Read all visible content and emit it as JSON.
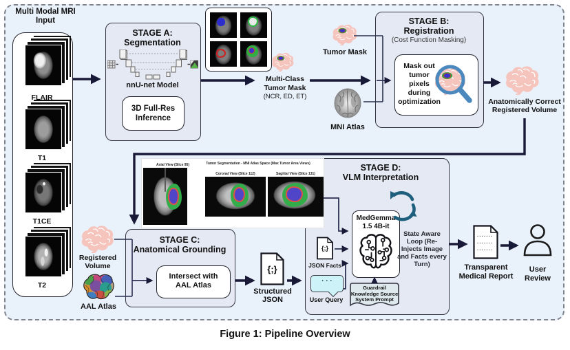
{
  "header": {
    "title": "Multi Modal MRI Input"
  },
  "caption": "Figure 1: Pipeline Overview",
  "input_panel": {
    "modalities": [
      "FLAIR",
      "T1",
      "T1CE",
      "T2"
    ]
  },
  "stage_a": {
    "title": "STAGE A:",
    "subtitle": "Segmentation",
    "model_label": "nnU-net Model",
    "inference_box": "3D Full-Res Inference"
  },
  "multiclass": {
    "line1": "Multi-Class",
    "line2": "Tumor Mask",
    "line3": "(NCR, ED, ET)"
  },
  "stage_b": {
    "title": "STAGE B:",
    "subtitle": "Registration",
    "note": "(Cost Function Masking)",
    "mask_text": "Mask out tumor pixels during optimization",
    "tumor_mask_label": "Tumor Mask",
    "mni_atlas_label": "MNI Atlas",
    "output_label": "Anatomically Correct Registered Volume"
  },
  "seg_panel": {
    "title": "Tumor Segmentation - MNI Atlas Space (Max Tumor Area Views)",
    "axial": "Axial View (Slice 95)",
    "coronal": "Coronal View (Slice 112)",
    "sagittal": "Sagittal View (Slice 131)"
  },
  "stage_c": {
    "title": "STAGE C:",
    "subtitle": "Anatomical Grounding",
    "intersect_box": "Intersect with AAL Atlas",
    "registered_label": "Registered Volume",
    "aal_label": "AAL Atlas"
  },
  "structured_json": {
    "glyph": "{;}",
    "label": "Structured JSON"
  },
  "stage_d": {
    "title": "STAGE D:",
    "subtitle": "VLM Interpretation",
    "model_line1": "MedGemma",
    "model_line2": "1.5 4B-it",
    "loop_note": "State Aware Loop (Re-Injects Image and Facts every Turn)",
    "json_glyph": "{;}",
    "json_facts_label": "JSON Facts",
    "user_query_label": "User Query",
    "bubble_dots": "· · ·",
    "guardrail_line1": "Guardrail",
    "guardrail_line2": "Knowledge Source",
    "guardrail_line3": "System Prompt"
  },
  "outputs": {
    "report_label": "Transparent Medical Report",
    "report_lines": "·······\n·······\n·······",
    "review_label": "User Review"
  },
  "icons": [
    "pink-brain-icon",
    "tumor-mask-brain-icon",
    "mni-atlas-icon",
    "aal-atlas-icon",
    "unet-architecture-icon",
    "magnifier-icon",
    "brain-circuit-icon",
    "loop-arrows-icon",
    "document-icon",
    "speech-bubble-icon",
    "person-icon"
  ],
  "colors": {
    "panel_bg": "#e9f1fb",
    "stage_fill": "#e4e9f3",
    "arrow": "#191938",
    "loop": "#1d5f7d",
    "magnifier": "#4a88bd",
    "bubble": "#cdf2f7",
    "guardrail_fill": "#dde9ec",
    "brain_pink": "#f5c4bd",
    "seg_green": "#33ad49",
    "seg_blue": "#5044c9",
    "seg_red": "#dd5248"
  }
}
